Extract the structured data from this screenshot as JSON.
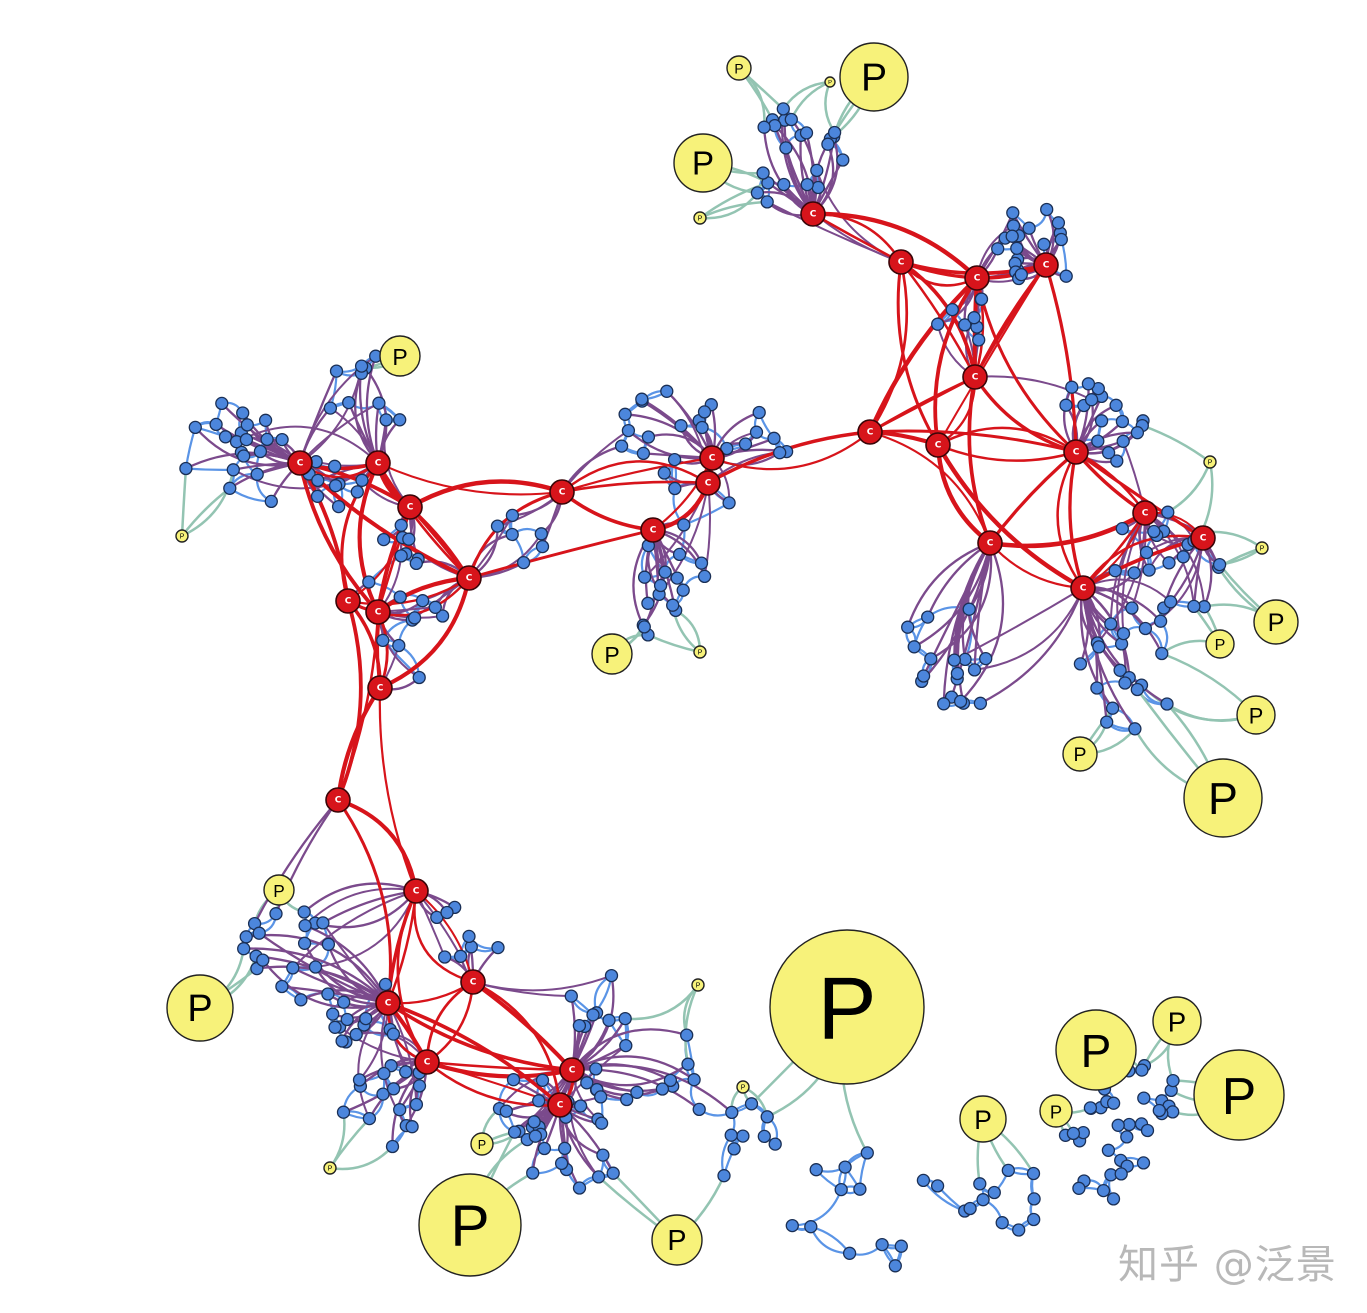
{
  "diagram": {
    "hub_label": "C",
    "peripheral_label": "P",
    "colors": {
      "hub_fill": "#d7141b",
      "hub_edge": "#d7141b",
      "bridge_edge": "#7b4a8c",
      "leaf_fill": "#4c86dc",
      "leaf_edge": "#5a94e6",
      "peripheral_fill": "#f7f27a",
      "peripheral_edge": "#93c4b2",
      "background": "#ffffff"
    }
  },
  "watermark": "知乎 @泛景"
}
